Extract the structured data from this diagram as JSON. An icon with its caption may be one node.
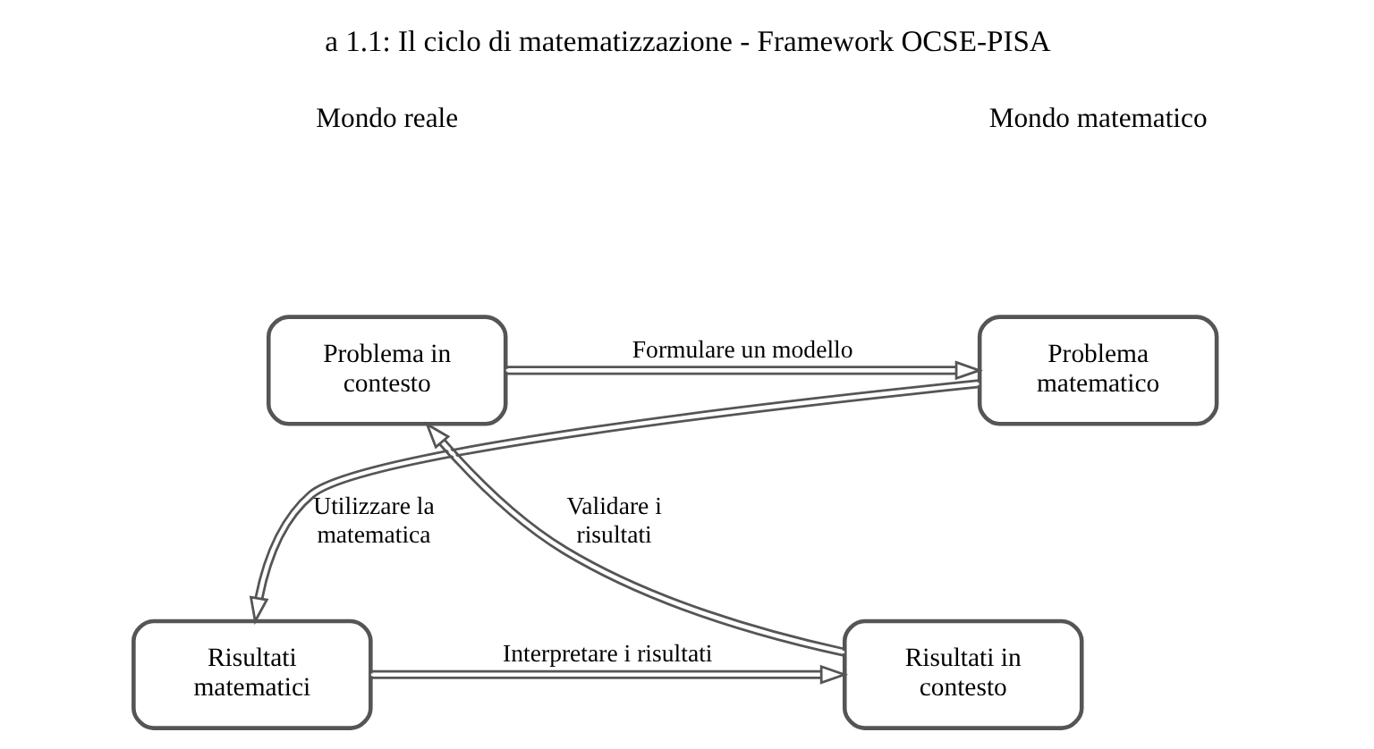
{
  "diagram": {
    "title": "a 1.1: Il ciclo di matematizzazione - Framework OCSE-PISA",
    "nodes": [
      {
        "text": [
          "Problema in contesto"
        ]
      },
      {
        "text": [
          "Problema matematico"
        ]
      },
      {
        "text": [
          "Risultati in contesto"
        ]
      },
      {
        "text": [
          "Risultati matematici"
        ]
      }
    ],
    "edges": [
      {
        "from": 0,
        "to": 1,
        "arrow": "to",
        "label": "Formulare un modello"
      },
      {
        "from": 1,
        "to": 3,
        "arrow": "to",
        "label": "Utilizzare la matematica"
      },
      {
        "from": 3,
        "to": 2,
        "arrow": "to",
        "label": "Interpretare i risultati"
      },
      {
        "from": 2,
        "to": 0,
        "arrow": "to",
        "label": "Validare i risultati"
      }
    ],
    "labels": [
      "Mondo reale",
      "Mondo matematico"
    ]
  }
}
